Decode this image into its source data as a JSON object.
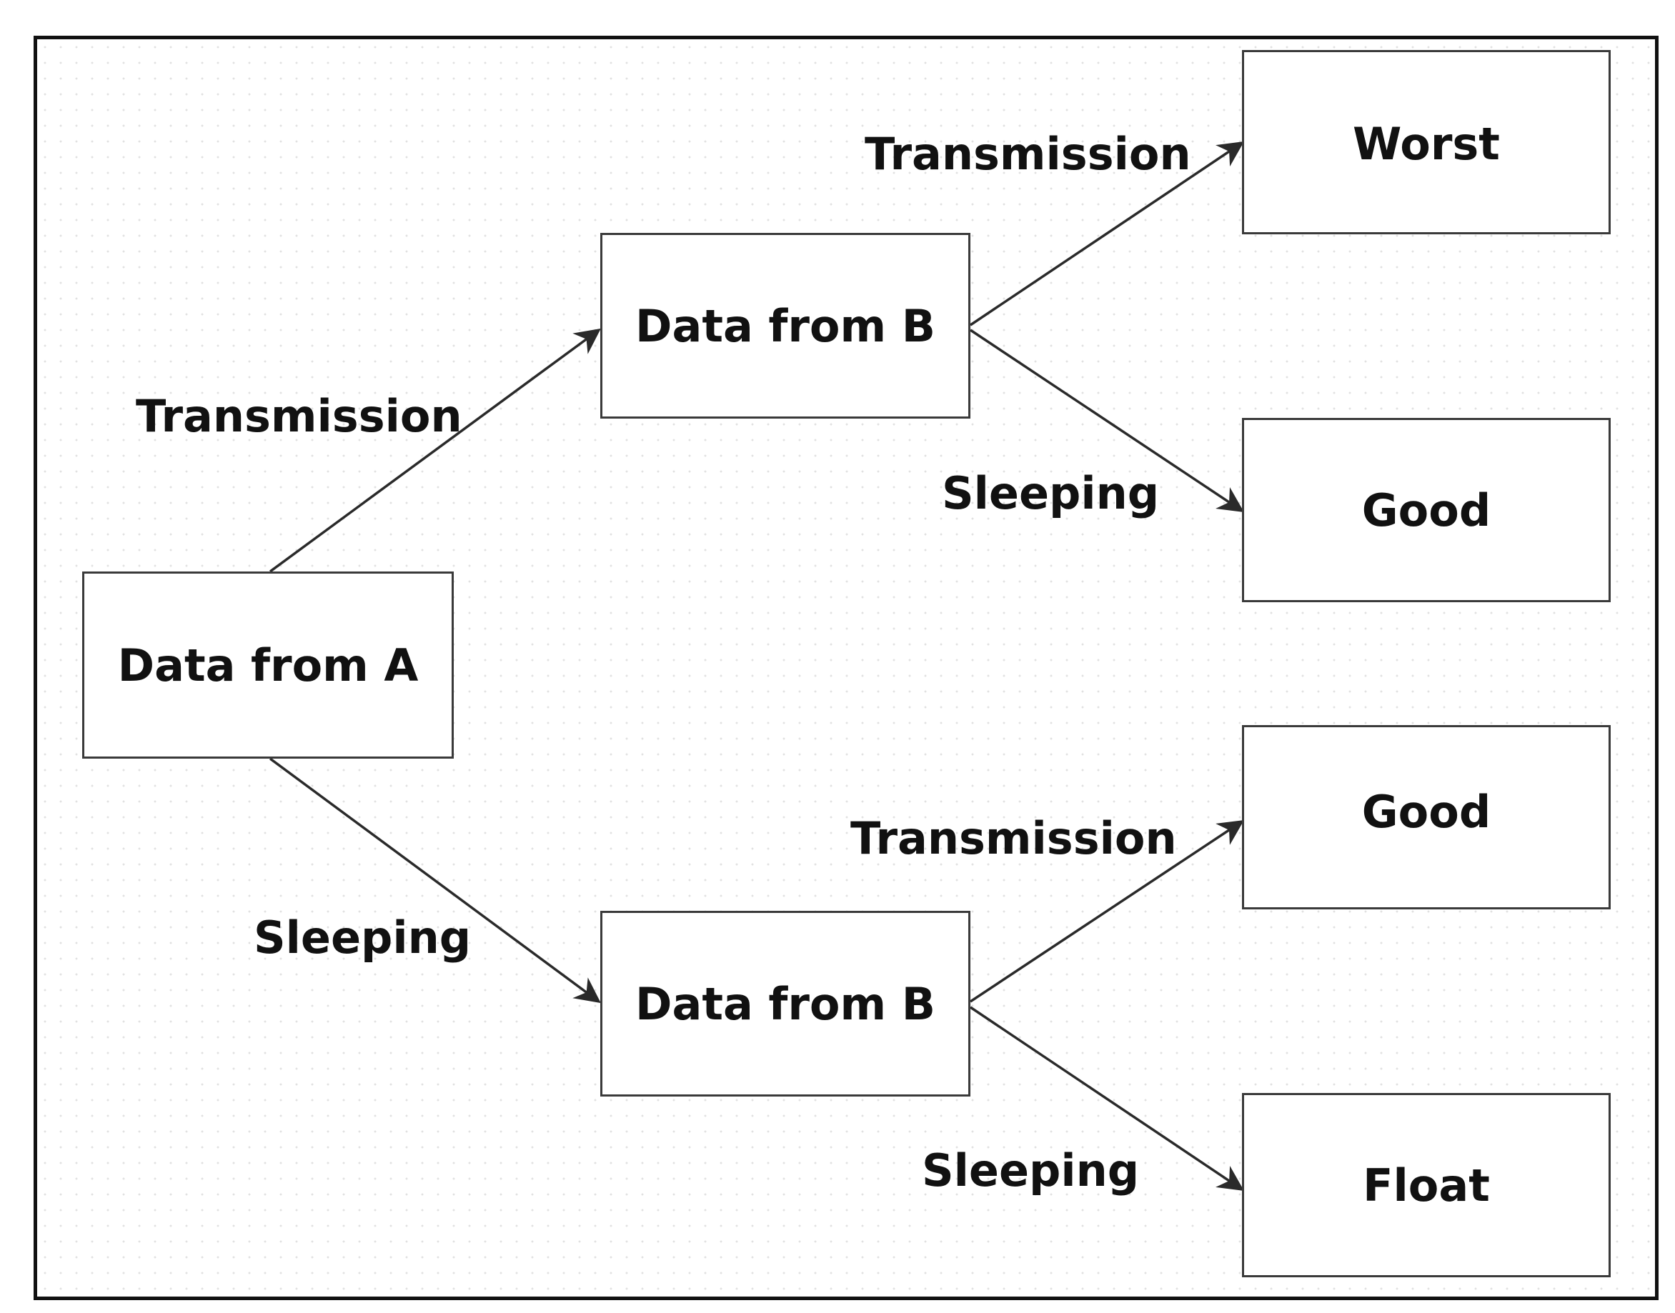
{
  "nodes": {
    "data_from_a": "Data from A",
    "data_from_b_top": "Data from B",
    "data_from_b_bottom": "Data from B",
    "worst": "Worst",
    "good_top": "Good",
    "good_bottom": "Good",
    "float": "Float"
  },
  "edges": {
    "a_to_b_top": "Transmission",
    "a_to_b_bottom": "Sleeping",
    "btop_to_worst": "Transmission",
    "btop_to_good": "Sleeping",
    "bbottom_to_good": "Transmission",
    "bbottom_to_float": "Sleeping"
  },
  "colors": {
    "frame_border": "#111111",
    "node_border": "#3a3a3a",
    "edge_line": "#2a2a2a",
    "text": "#111111",
    "grid_dot": "#e1e1e1"
  }
}
